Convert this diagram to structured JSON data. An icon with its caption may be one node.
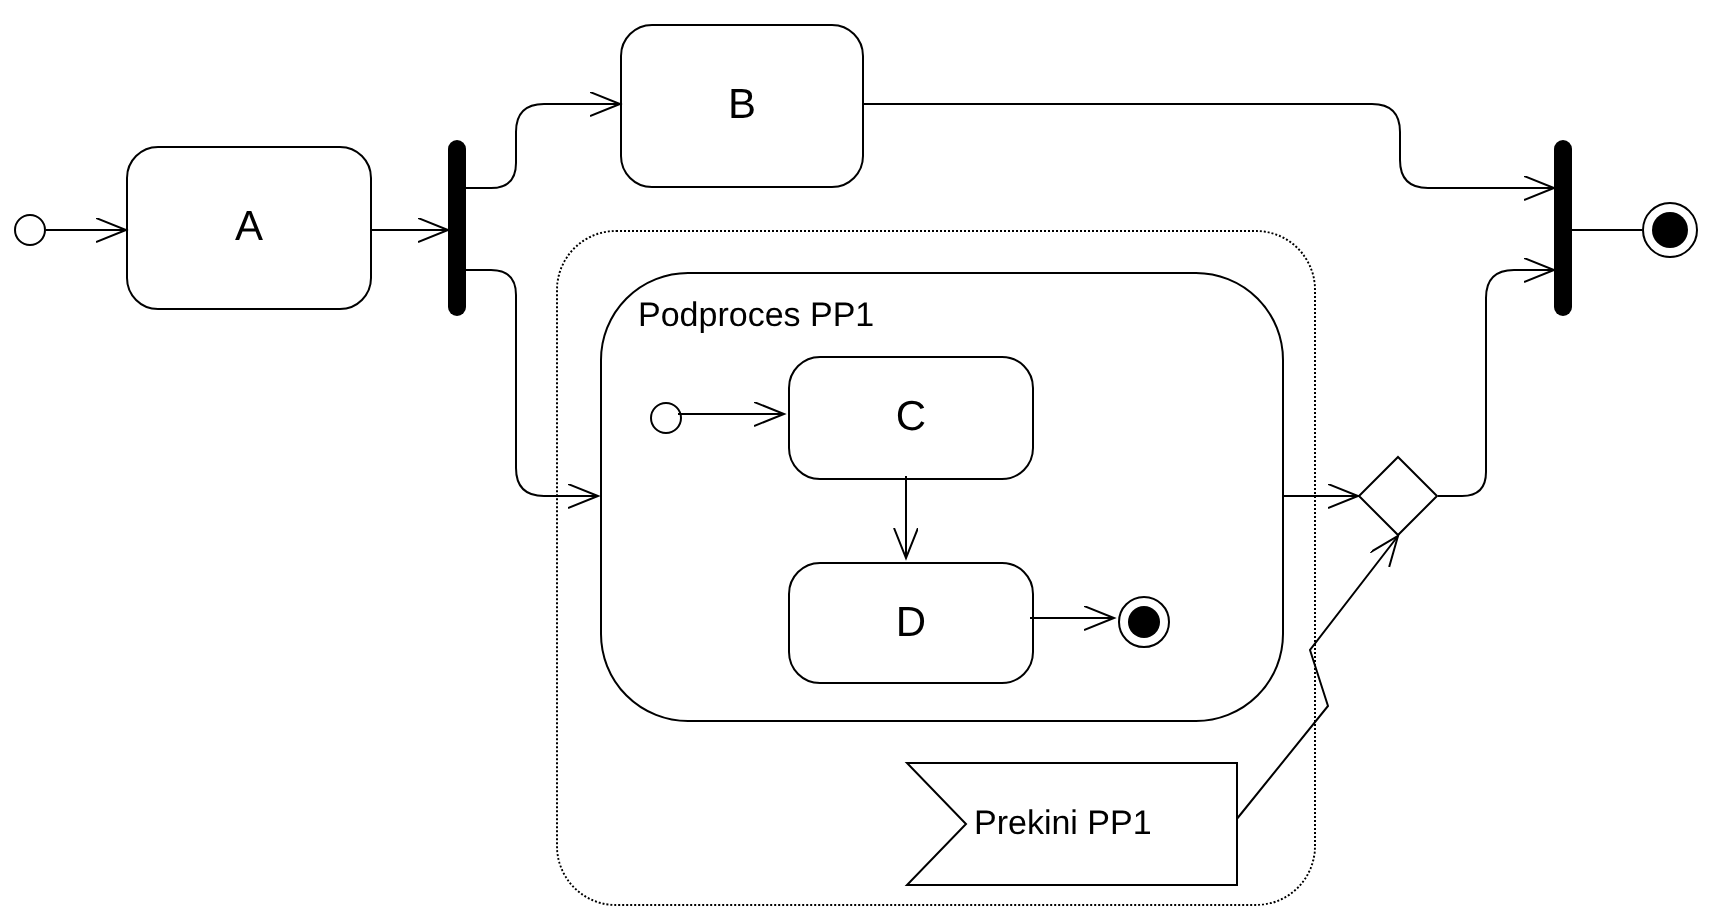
{
  "diagram": {
    "nodes": [
      {
        "text": [],
        "shape": "circle"
      },
      {
        "text": [
          "A"
        ]
      },
      {
        "text": [],
        "shape": "bar"
      },
      {
        "text": [
          "B"
        ]
      },
      {
        "text": [],
        "shape": "box"
      },
      {
        "text": [
          "Podproces PP1"
        ],
        "in": 4
      },
      {
        "text": [],
        "shape": "circle",
        "in": 5
      },
      {
        "text": [
          "C"
        ],
        "in": 5
      },
      {
        "text": [
          "D"
        ],
        "in": 5
      },
      {
        "text": [],
        "shape": "bullseye",
        "in": 5
      },
      {
        "text": [
          "Prekini PP1"
        ],
        "in": 4
      },
      {
        "text": [],
        "shape": "diamond"
      },
      {
        "text": [],
        "shape": "bar"
      },
      {
        "text": [],
        "shape": "bullseye"
      }
    ],
    "edges": [
      {
        "from": 0,
        "to": 1,
        "arrow": "to"
      },
      {
        "from": 1,
        "to": 2,
        "arrow": "to"
      },
      {
        "from": 2,
        "to": 3,
        "arrow": "to"
      },
      {
        "from": 2,
        "to": 5,
        "arrow": "to"
      },
      {
        "from": 3,
        "to": 12,
        "arrow": "to"
      },
      {
        "from": 5,
        "to": 11,
        "arrow": "to"
      },
      {
        "from": 11,
        "to": 12,
        "arrow": "to"
      },
      {
        "from": 12,
        "to": 13,
        "arrow": "none"
      },
      {
        "from": 6,
        "to": 7,
        "arrow": "to"
      },
      {
        "from": 7,
        "to": 8,
        "arrow": "to"
      },
      {
        "from": 8,
        "to": 9,
        "arrow": "to"
      },
      {
        "from": 10,
        "to": 11,
        "arrow": "to"
      }
    ]
  }
}
